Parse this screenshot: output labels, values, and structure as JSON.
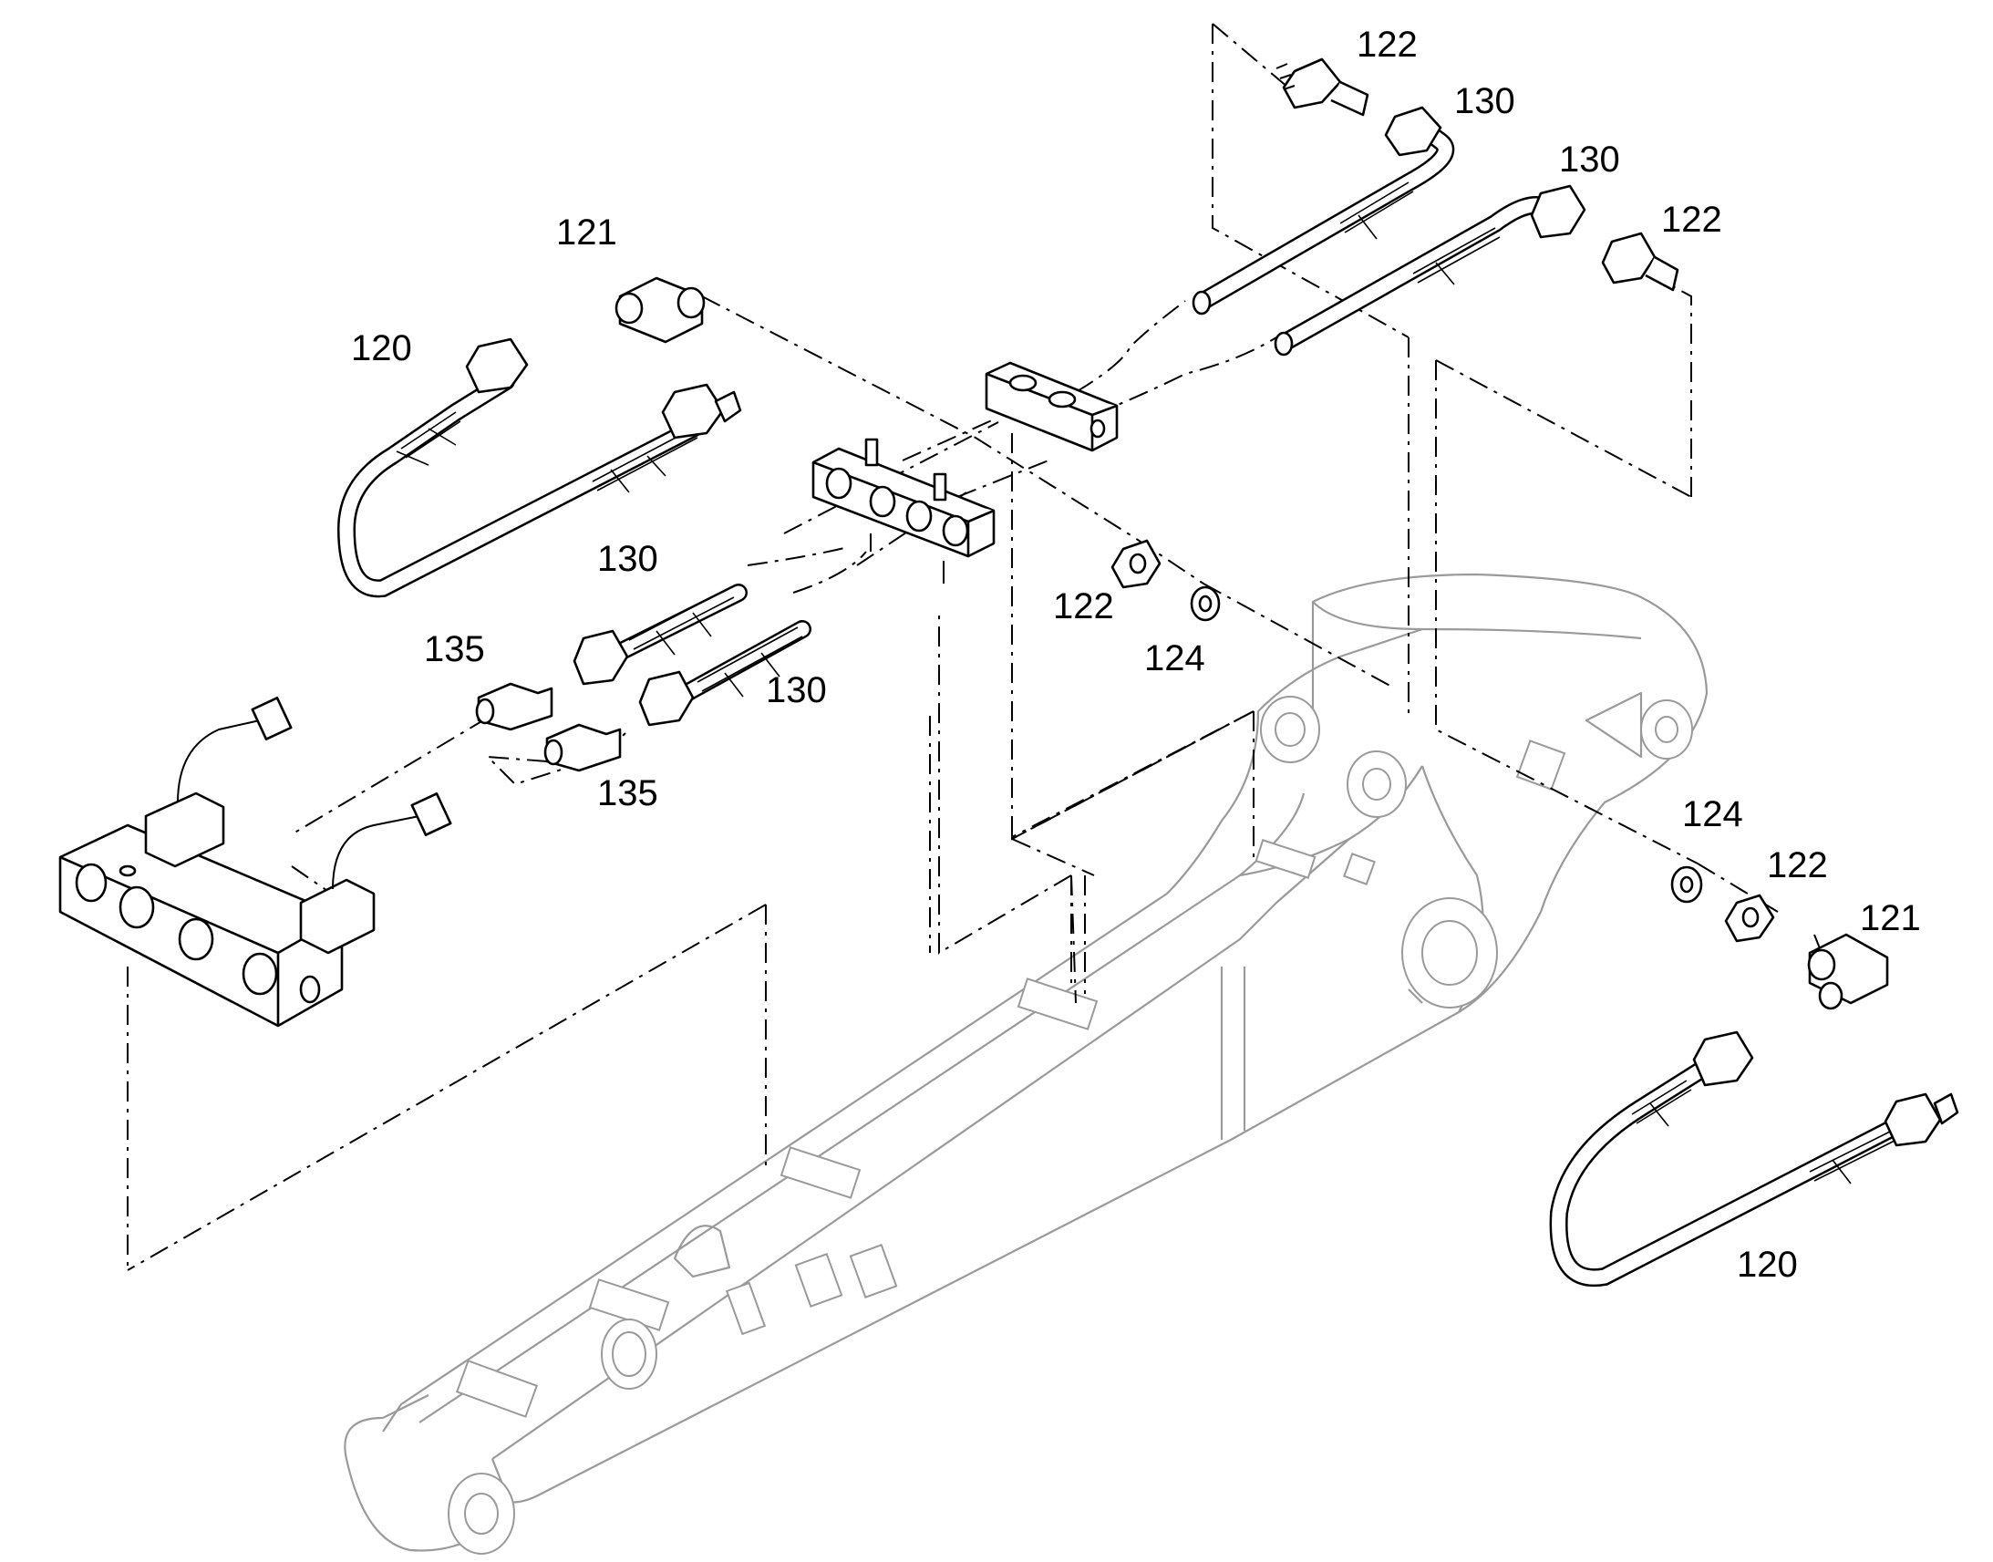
{
  "callouts": [
    {
      "id": "c1",
      "text": "122"
    },
    {
      "id": "c2",
      "text": "130"
    },
    {
      "id": "c3",
      "text": "130"
    },
    {
      "id": "c4",
      "text": "122"
    },
    {
      "id": "c5",
      "text": "121"
    },
    {
      "id": "c6",
      "text": "120"
    },
    {
      "id": "c7",
      "text": "130"
    },
    {
      "id": "c8",
      "text": "122"
    },
    {
      "id": "c9",
      "text": "124"
    },
    {
      "id": "c10",
      "text": "135"
    },
    {
      "id": "c11",
      "text": "130"
    },
    {
      "id": "c12",
      "text": "135"
    },
    {
      "id": "c13",
      "text": "124"
    },
    {
      "id": "c14",
      "text": "122"
    },
    {
      "id": "c15",
      "text": "121"
    },
    {
      "id": "c16",
      "text": "120"
    }
  ]
}
